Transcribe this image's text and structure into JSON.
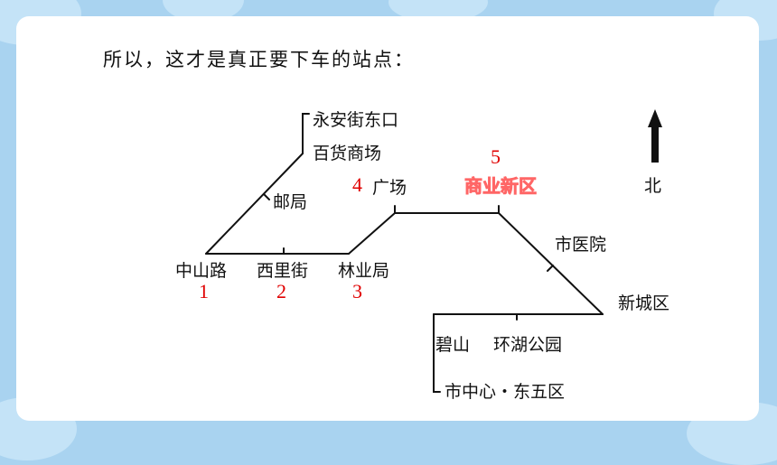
{
  "heading": "所以，这才是真正要下车的站点：",
  "stations": {
    "yongan": "永安街东口",
    "baihuo": "百货商场",
    "youju": "邮局",
    "guangchang": "广场",
    "shangye": "商业新区",
    "north": "北",
    "shiyiyuan": "市医院",
    "xincheng": "新城区",
    "zhongshan": "中山路",
    "xili": "西里街",
    "linye": "林业局",
    "bishan": "碧山",
    "huanhu": "环湖公园",
    "shizhongxin": "市中心・东五区"
  },
  "numbers": [
    "1",
    "2",
    "3",
    "4",
    "5"
  ],
  "colors": {
    "highlight": "#e00000",
    "line": "#111111",
    "background": "#a9d3f0"
  },
  "icons": {
    "north_arrow": "arrow-up-icon"
  }
}
